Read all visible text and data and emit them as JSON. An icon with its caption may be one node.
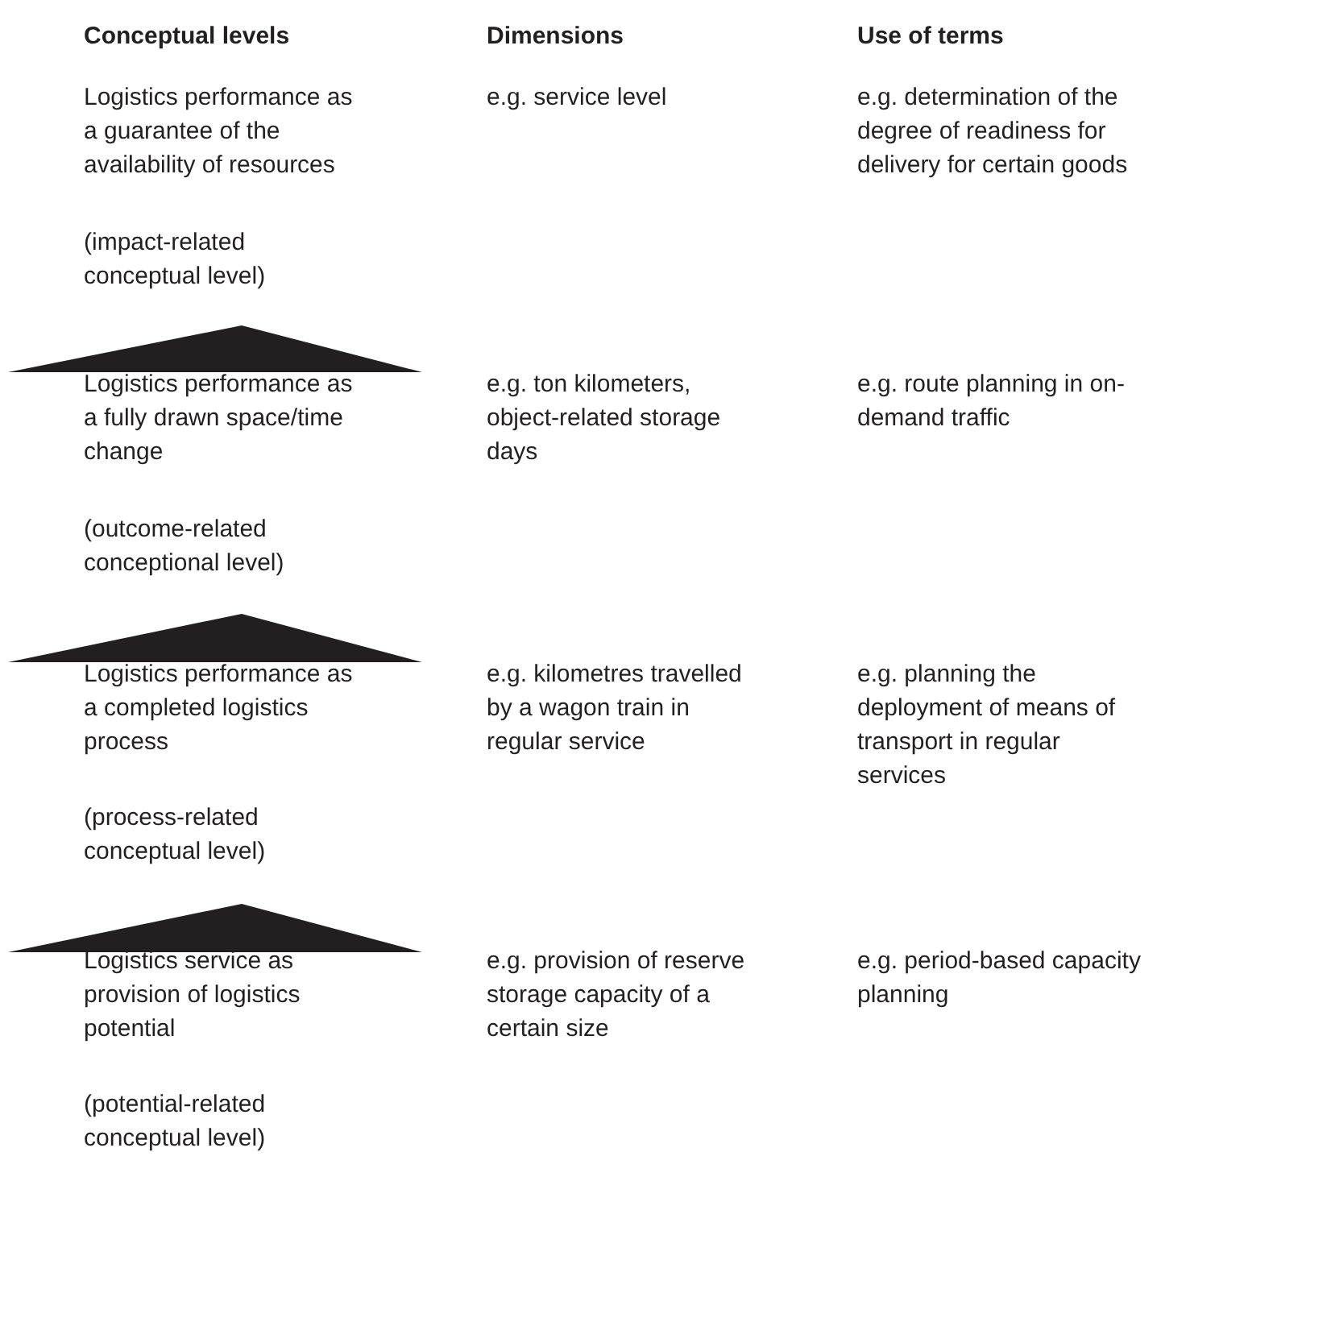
{
  "diagram": {
    "nodes": [
      {
        "text": [],
        "shape": "triangle"
      },
      {
        "text": [],
        "shape": "triangle"
      },
      {
        "text": [],
        "shape": "triangle"
      }
    ],
    "labels": [
      "Conceptual levels",
      "Dimensions",
      "Use of terms",
      "Logistics performance as a guarantee of the availability of resources",
      "(impact-related conceptual level)",
      "e.g. service level",
      "e.g. determination of the degree of readiness for delivery for certain goods",
      "Logistics performance as a fully drawn space/time change",
      "(outcome-related conceptional level)",
      "e.g. ton kilometers, object-related storage days",
      "e.g. route planning in on-demand traffic",
      "Logistics performance as a completed logistics process",
      "(process-related conceptual level)",
      "e.g. kilometres travelled by a wagon train in regular service",
      "e.g. planning the deployment of means of transport in regular services",
      "Logistics service as provision of logistics potential",
      "(potential-related conceptual level)",
      "e.g. provision of reserve storage capacity of a certain size",
      "e.g. period-based capacity planning"
    ]
  }
}
